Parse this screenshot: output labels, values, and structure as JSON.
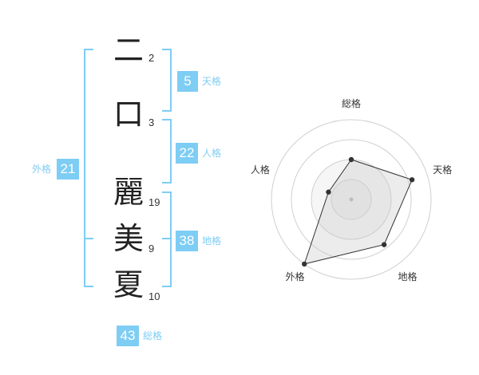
{
  "name": {
    "characters": [
      {
        "char": "二",
        "strokes": "2"
      },
      {
        "char": "口",
        "strokes": "3"
      },
      {
        "char": "麗",
        "strokes": "19"
      },
      {
        "char": "美",
        "strokes": "9"
      },
      {
        "char": "夏",
        "strokes": "10"
      }
    ]
  },
  "fortune": {
    "tenkaku": {
      "value": "5",
      "label": "天格"
    },
    "jinkaku": {
      "value": "22",
      "label": "人格"
    },
    "chikaku": {
      "value": "38",
      "label": "地格"
    },
    "gaikaku": {
      "value": "21",
      "label": "外格"
    },
    "soukaku": {
      "value": "43",
      "label": "総格"
    }
  },
  "colors": {
    "accent": "#7ecdf4",
    "bracket": "#7ecdf4",
    "badge_text": "#ffffff"
  },
  "chart_data": {
    "type": "radar",
    "axes": [
      "総格",
      "天格",
      "地格",
      "外格",
      "人格"
    ],
    "values": [
      2.5,
      4.0,
      3.5,
      5.0,
      1.5
    ],
    "range": [
      0,
      5
    ],
    "rings": 4
  }
}
